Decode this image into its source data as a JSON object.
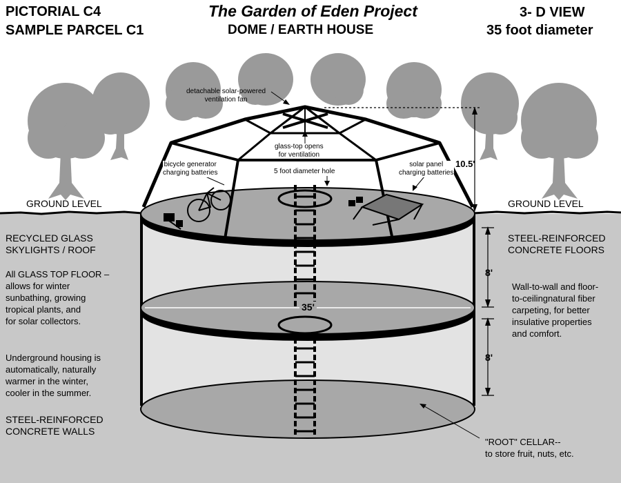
{
  "header": {
    "left_line1": "PICTORIAL  C4",
    "left_line2": "SAMPLE PARCEL  C1",
    "center_line1": "The Garden of Eden Project",
    "center_line2": "DOME / EARTH HOUSE",
    "right_line1": "3- D VIEW",
    "right_line2": "35 foot diameter"
  },
  "ground_labels": {
    "left": "GROUND LEVEL",
    "right": "GROUND LEVEL"
  },
  "annotations": {
    "solar_fan": "detachable solar-powered\nventilation fan",
    "glass_top": "glass-top opens\nfor ventilation",
    "bicycle": "bicycle generator\ncharging batteries",
    "hole": "5 foot diameter hole",
    "solar_panel": "solar panel\ncharging batteries"
  },
  "dimensions": {
    "dome_height": "10.5'",
    "floor_height_1": "8'",
    "floor_height_2": "8'",
    "diameter": "35'"
  },
  "left_notes": {
    "skylights": "RECYCLED GLASS\nSKYLIGHTS / ROOF",
    "glass_floor": "All GLASS TOP FLOOR –\nallows for winter\nsunbathing, growing\ntropical plants, and\nfor solar collectors.",
    "underground": "Underground housing is\nautomatically, naturally\nwarmer  in the winter,\ncooler in the summer.",
    "walls": "STEEL-REINFORCED\nCONCRETE WALLS"
  },
  "right_notes": {
    "floors": "STEEL-REINFORCED\nCONCRETE FLOORS",
    "carpeting": "Wall-to-wall and floor-\nto-ceilingnatural fiber\ncarpeting, for better\ninsulative properties\nand comfort."
  },
  "cellar_note": "\"ROOT\" CELLAR--\nto store fruit, nuts, etc.",
  "colors": {
    "tree": "#9a9a9a",
    "underground": "#c8c8c8",
    "floor_disc": "#a8a8a8",
    "interior": "#e3e3e3",
    "ink": "#000000"
  }
}
